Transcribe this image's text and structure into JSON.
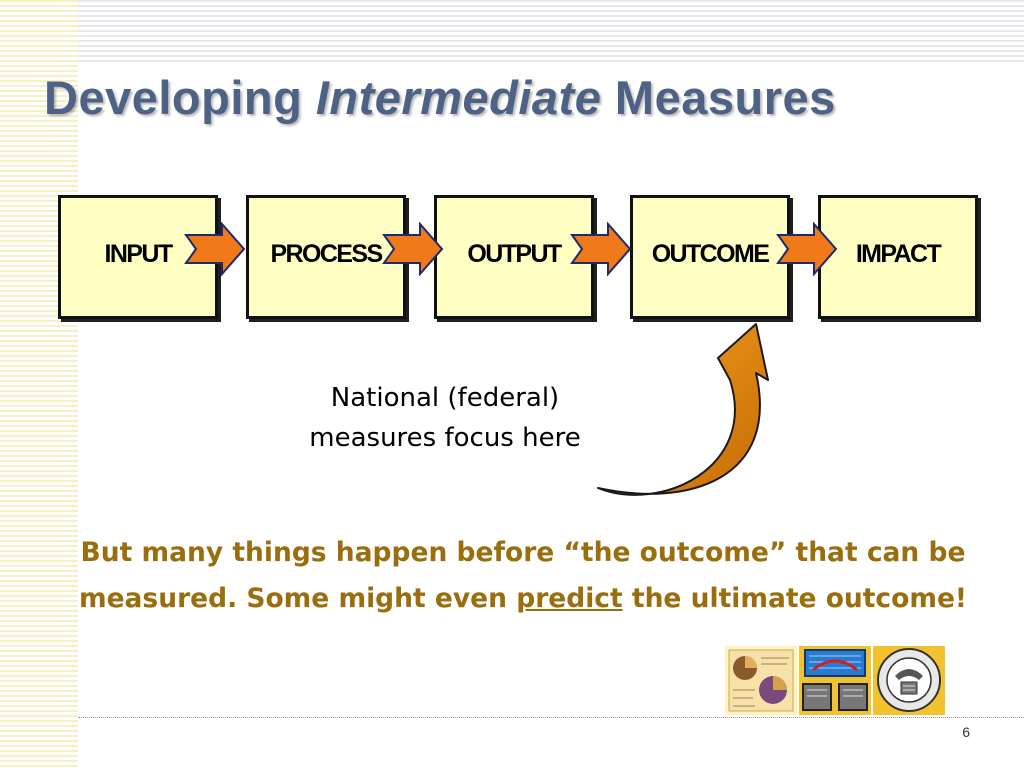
{
  "slide": {
    "title_prefix": "Developing ",
    "title_italic": "Intermediate",
    "title_suffix": " Measures",
    "page_number": "6"
  },
  "flow": {
    "stages": [
      "INPUT",
      "PROCESS",
      "OUTPUT",
      "OUTCOME",
      "IMPACT"
    ],
    "arrow_color": "#f07a1a",
    "box_fill": "#ffffc4"
  },
  "annotation": {
    "line1": "National (federal)",
    "line2": "measures focus here",
    "curved_arrow_color": "#c8760a"
  },
  "message": {
    "part1": "But many things happen before “the outcome” that can be measured.  Some might even ",
    "underlined": "predict",
    "part2": " the ultimate outcome!",
    "color": "#9a6d0d"
  },
  "clipart": [
    "pie-chart-document-clipart",
    "network-computers-clipart",
    "department-of-labor-seal"
  ]
}
